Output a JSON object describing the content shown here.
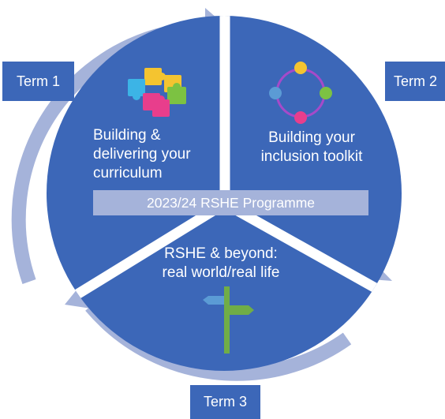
{
  "terms": {
    "term1": "Term 1",
    "term2": "Term 2",
    "term3": "Term 3"
  },
  "segments": {
    "term1": {
      "line1": "Building &",
      "line2": "delivering your",
      "line3": "curriculum",
      "icon": "puzzle-pieces-icon"
    },
    "term2": {
      "line1": "Building your",
      "line2": "inclusion toolkit",
      "icon": "connected-circles-icon"
    },
    "term3": {
      "line1": "RSHE & beyond:",
      "line2": "real world/real life",
      "icon": "signpost-icon"
    }
  },
  "programme_title": "2023/24 RSHE Programme",
  "colors": {
    "segment_blue": "#3c67b8",
    "arrow_ring": "#a5b3da",
    "divider": "#ffffff",
    "text": "#ffffff",
    "puzzle": [
      "#f4c430",
      "#3cb4e6",
      "#7cc242",
      "#e83e8c"
    ],
    "cycle_dots": [
      "#f4c430",
      "#7cc242",
      "#e83e8c",
      "#5b9bd5"
    ],
    "signpost_post": "#70ad47",
    "signpost_left": "#5b9bd5"
  }
}
